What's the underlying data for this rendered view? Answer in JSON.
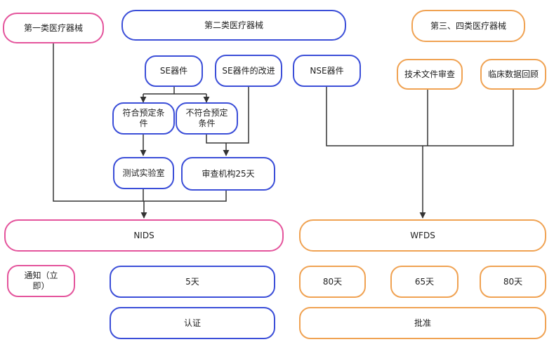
{
  "colors": {
    "pink": "#e4549c",
    "blue": "#3b4ed8",
    "orange": "#f0a252",
    "line": "#333333"
  },
  "headers": {
    "class1": "第一类医疗器械",
    "class2": "第二类医疗器械",
    "class34": "第三、四类医疗器械"
  },
  "class2": {
    "se_device": "SE器件",
    "se_improvement": "SE器件的改进",
    "meets_conditions": "符合预定条件",
    "not_meets_conditions": "不符合预定条件",
    "test_lab": "测试实验室",
    "review_agency": "审查机构25天"
  },
  "class34": {
    "nse_device": "NSE器件",
    "tech_doc_review": "技术文件审查",
    "clinical_review": "临床数据回顾"
  },
  "systems": {
    "nids": "NIDS",
    "wfds": "WFDS"
  },
  "results": {
    "notify": "通知（立即）",
    "days_5": "5天",
    "certification": "认证",
    "days_80_a": "80天",
    "days_65": "65天",
    "days_80_b": "80天",
    "approval": "批准"
  }
}
